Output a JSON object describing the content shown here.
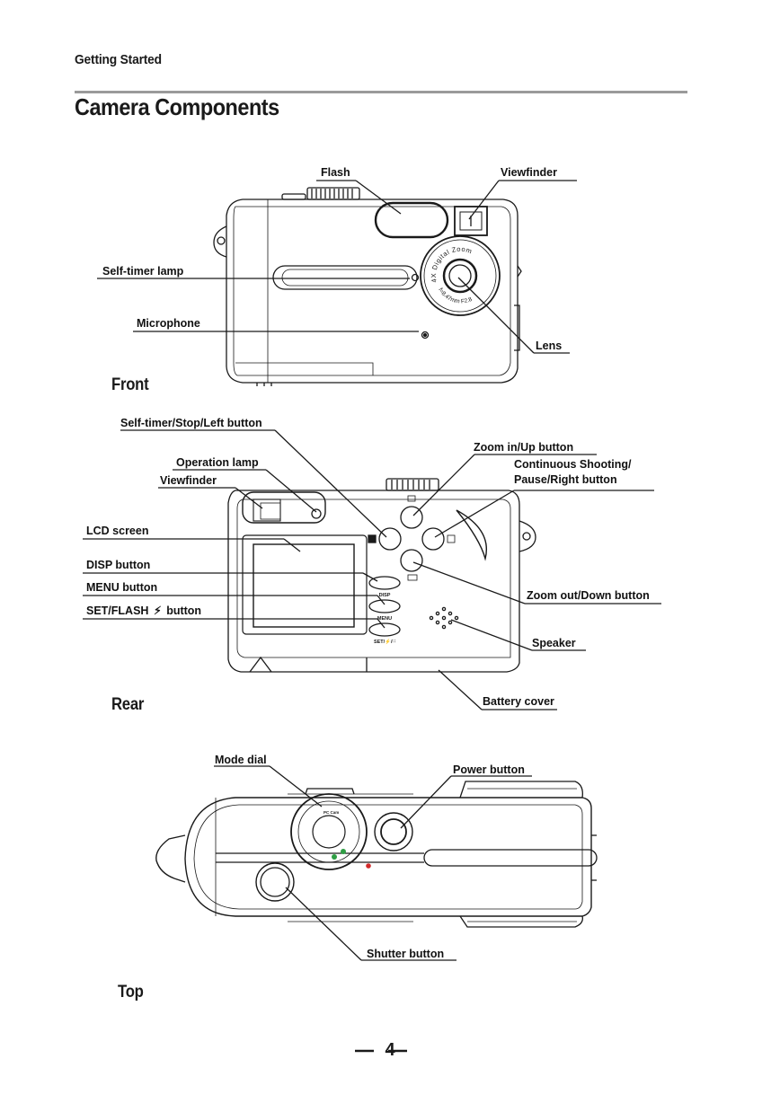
{
  "header": {
    "section": "Getting Started",
    "title": "Camera Components"
  },
  "front": {
    "view_label": "Front",
    "callouts": {
      "flash": "Flash",
      "viewfinder": "Viewfinder",
      "self_timer_lamp": "Self-timer lamp",
      "microphone": "Microphone",
      "lens": "Lens"
    },
    "lens_text_top": "4X Digital Zoom",
    "lens_text_bottom": "f=8.47mm F2.8"
  },
  "rear": {
    "view_label": "Rear",
    "callouts": {
      "self_timer_left": "Self-timer/Stop/Left button",
      "zoom_in_up": "Zoom in/Up button",
      "operation_lamp": "Operation lamp",
      "continuous_right_line1": "Continuous Shooting/",
      "continuous_right_line2": "Pause/Right button",
      "viewfinder": "Viewfinder",
      "lcd_screen": "LCD screen",
      "disp_button": "DISP button",
      "menu_button": "MENU button",
      "set_flash_button_prefix": "SET/FLASH",
      "set_flash_button_suffix": "button",
      "zoom_out_down": "Zoom out/Down  button",
      "speaker": "Speaker",
      "battery_cover": "Battery cover"
    },
    "button_labels": {
      "disp": "DISP",
      "menu": "MENU",
      "set": "SET/⚡/∷"
    }
  },
  "top": {
    "view_label": "Top",
    "callouts": {
      "mode_dial": "Mode dial",
      "power_button": "Power button",
      "shutter_button": "Shutter button"
    },
    "dial_text": "PC Cam"
  },
  "footer": {
    "page_number": "4"
  }
}
